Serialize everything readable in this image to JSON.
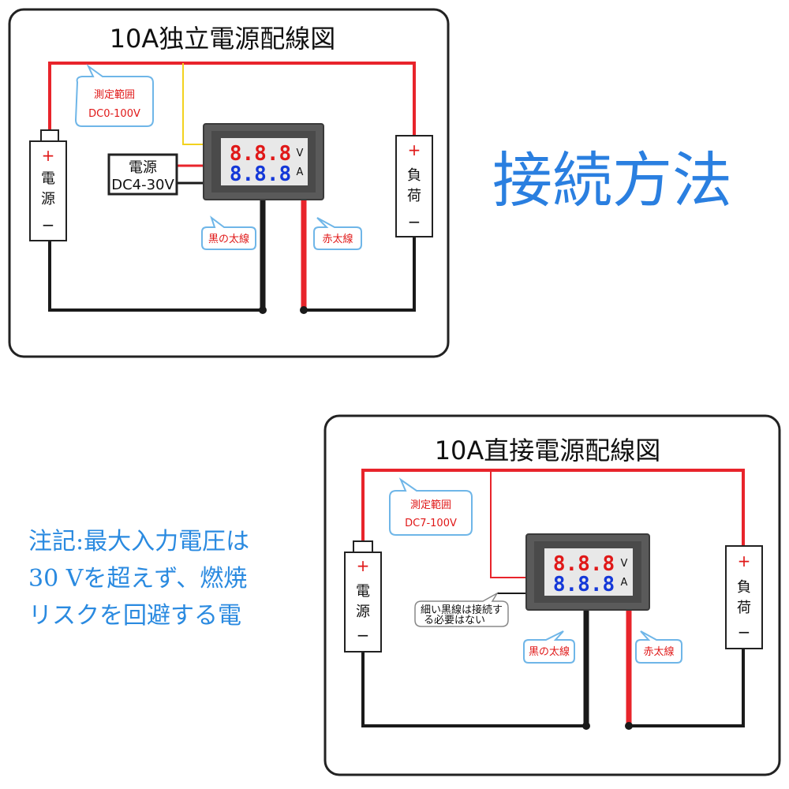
{
  "title": "接続方法",
  "note": {
    "lines": [
      "注記:最大入力電圧は",
      "30 Vを超えず、燃焼",
      "リスクを回避する電"
    ]
  },
  "panel1": {
    "title": "10A独立電源配線図",
    "range_label": "測定範囲",
    "range_value": "DC0-100V",
    "source_label": [
      "電",
      "源"
    ],
    "load_label": [
      "負",
      "荷"
    ],
    "plus": "+",
    "minus": "−",
    "power_box_title": "電源",
    "power_box_value": "DC4-30V",
    "meter_top": "8.8.8",
    "meter_bottom": "8.8.8",
    "meter_unit_top": "V",
    "meter_unit_bottom": "A",
    "black_wire_label": "黒の太線",
    "red_wire_label": "赤太線"
  },
  "panel2": {
    "title": "10A直接電源配線図",
    "range_label": "測定範囲",
    "range_value": "DC7-100V",
    "source_label": [
      "電",
      "源"
    ],
    "load_label": [
      "負",
      "荷"
    ],
    "plus": "+",
    "minus": "−",
    "meter_top": "8.8.8",
    "meter_bottom": "8.8.8",
    "meter_unit_top": "V",
    "meter_unit_bottom": "A",
    "thin_wire_note": [
      "細い黒線は接続す",
      "る必要はない"
    ],
    "black_wire_label": "黒の太線",
    "red_wire_label": "赤太線"
  },
  "colors": {
    "red_wire": "#e8242b",
    "black_wire": "#1a1a1a",
    "yellow_wire": "#f2d21f",
    "accent_blue": "#2a7fe0",
    "label_red": "#e01818"
  }
}
